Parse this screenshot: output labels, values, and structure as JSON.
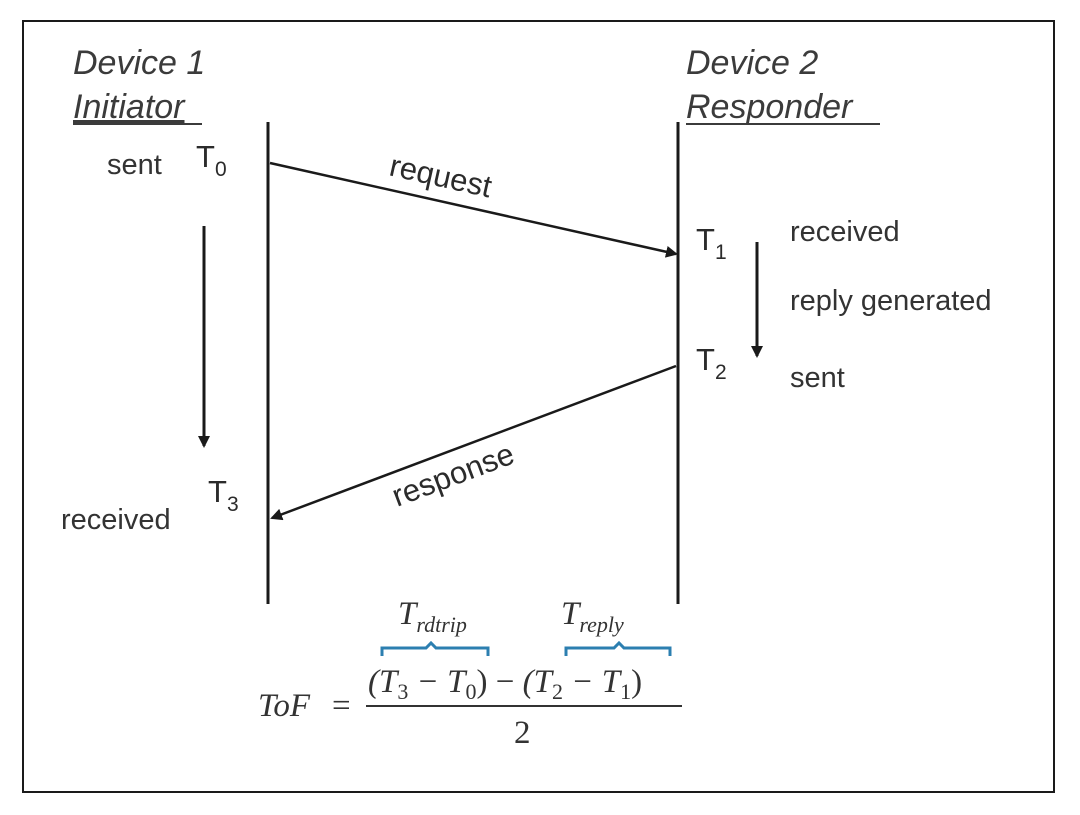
{
  "device1": {
    "name": "Device 1",
    "role": "Initiator"
  },
  "device2": {
    "name": "Device 2",
    "role": "Responder"
  },
  "timestamps": {
    "t0": {
      "letter": "T",
      "sub": "0",
      "label": "sent"
    },
    "t1": {
      "letter": "T",
      "sub": "1",
      "label": "received"
    },
    "t2": {
      "letter": "T",
      "sub": "2",
      "label": "sent"
    },
    "t3": {
      "letter": "T",
      "sub": "3",
      "label": "received"
    },
    "t1_t2_between": "reply generated"
  },
  "messages": {
    "request": "request",
    "response": "response"
  },
  "formula": {
    "lhs": "ToF",
    "equals": "=",
    "roundtrip_base": "T",
    "roundtrip_sub": "rdtrip",
    "reply_base": "T",
    "reply_sub": "reply",
    "numerator_part1": "(T",
    "numerator_sub3": "3",
    "numerator_minus1": " − T",
    "numerator_sub0": "0",
    "numerator_close1": ")",
    "numerator_minus_mid": " − ",
    "numerator_part2": "(T",
    "numerator_sub2": "2",
    "numerator_minus2": " − T",
    "numerator_sub1": "1",
    "numerator_close2": ")",
    "denominator": "2"
  },
  "colors": {
    "brace": "#2c7fb0",
    "line": "#1a1a1a"
  }
}
